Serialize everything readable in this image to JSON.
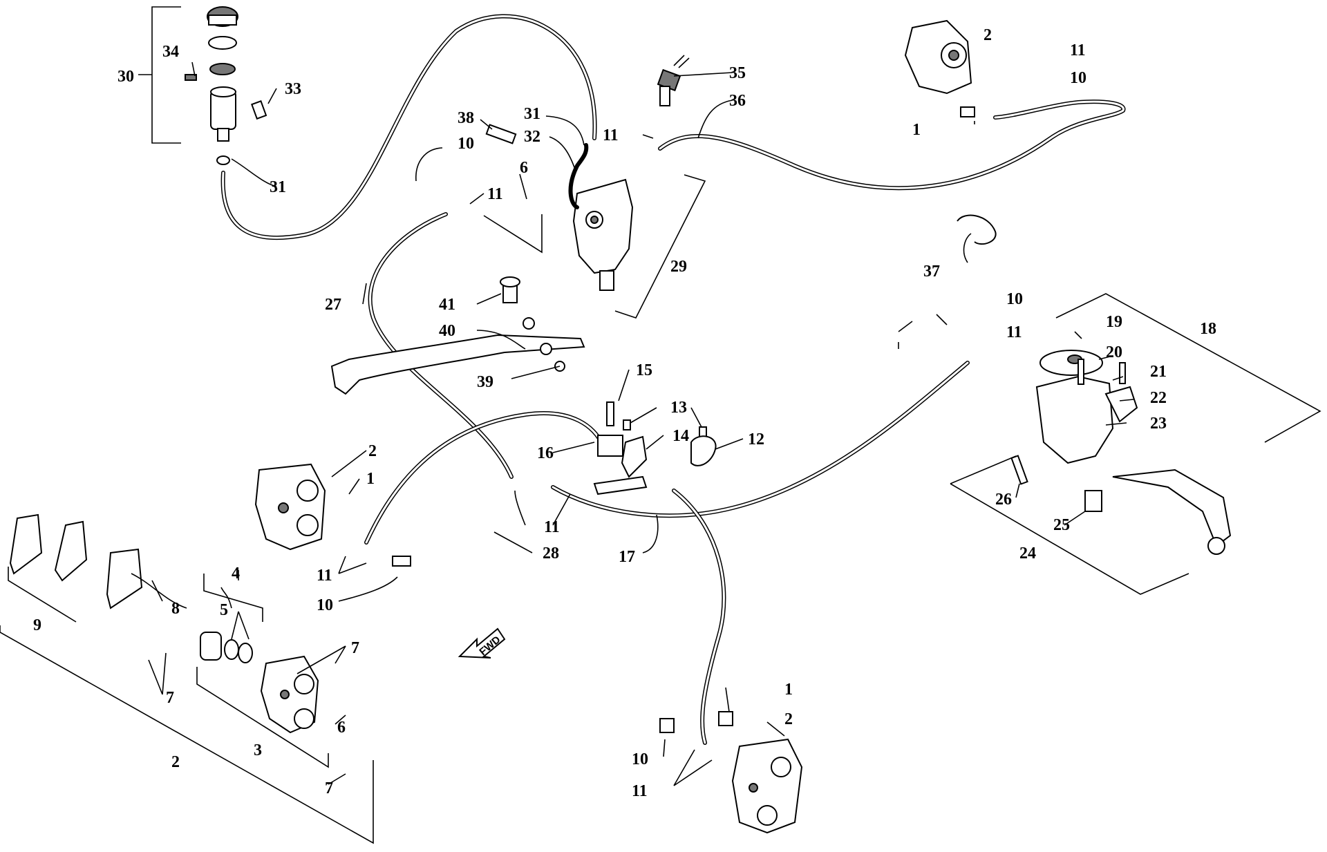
{
  "callouts": [
    {
      "id": "c30",
      "text": "30"
    },
    {
      "id": "c34",
      "text": "34"
    },
    {
      "id": "c33",
      "text": "33"
    },
    {
      "id": "c31a",
      "text": "31"
    },
    {
      "id": "c38",
      "text": "38"
    },
    {
      "id": "c31b",
      "text": "31"
    },
    {
      "id": "c32",
      "text": "32"
    },
    {
      "id": "c10a",
      "text": "10"
    },
    {
      "id": "c11a",
      "text": "11"
    },
    {
      "id": "c6a",
      "text": "6"
    },
    {
      "id": "c11b",
      "text": "11"
    },
    {
      "id": "c35",
      "text": "35"
    },
    {
      "id": "c36",
      "text": "36"
    },
    {
      "id": "c29",
      "text": "29"
    },
    {
      "id": "c27",
      "text": "27"
    },
    {
      "id": "c41",
      "text": "41"
    },
    {
      "id": "c40",
      "text": "40"
    },
    {
      "id": "c39",
      "text": "39"
    },
    {
      "id": "c2a",
      "text": "2"
    },
    {
      "id": "c11c",
      "text": "11"
    },
    {
      "id": "c10b",
      "text": "10"
    },
    {
      "id": "c1a",
      "text": "1"
    },
    {
      "id": "c37",
      "text": "37"
    },
    {
      "id": "c10c",
      "text": "10"
    },
    {
      "id": "c11d",
      "text": "11"
    },
    {
      "id": "c19",
      "text": "19"
    },
    {
      "id": "c18",
      "text": "18"
    },
    {
      "id": "c20",
      "text": "20"
    },
    {
      "id": "c21",
      "text": "21"
    },
    {
      "id": "c22",
      "text": "22"
    },
    {
      "id": "c23",
      "text": "23"
    },
    {
      "id": "c26",
      "text": "26"
    },
    {
      "id": "c25",
      "text": "25"
    },
    {
      "id": "c24",
      "text": "24"
    },
    {
      "id": "c15",
      "text": "15"
    },
    {
      "id": "c13",
      "text": "13"
    },
    {
      "id": "c14",
      "text": "14"
    },
    {
      "id": "c12",
      "text": "12"
    },
    {
      "id": "c16",
      "text": "16"
    },
    {
      "id": "c11e",
      "text": "11"
    },
    {
      "id": "c28",
      "text": "28"
    },
    {
      "id": "c17",
      "text": "17"
    },
    {
      "id": "c2b",
      "text": "2"
    },
    {
      "id": "c1b",
      "text": "1"
    },
    {
      "id": "c11f",
      "text": "11"
    },
    {
      "id": "c10d",
      "text": "10"
    },
    {
      "id": "c9",
      "text": "9"
    },
    {
      "id": "c8",
      "text": "8"
    },
    {
      "id": "c4",
      "text": "4"
    },
    {
      "id": "c5",
      "text": "5"
    },
    {
      "id": "c7a",
      "text": "7"
    },
    {
      "id": "c7b",
      "text": "7"
    },
    {
      "id": "c6b",
      "text": "6"
    },
    {
      "id": "c3",
      "text": "3"
    },
    {
      "id": "c2c",
      "text": "2"
    },
    {
      "id": "c7c",
      "text": "7"
    },
    {
      "id": "c1c",
      "text": "1"
    },
    {
      "id": "c2d",
      "text": "2"
    },
    {
      "id": "c10e",
      "text": "10"
    },
    {
      "id": "c11g",
      "text": "11"
    }
  ],
  "fwd_label": "FWD"
}
